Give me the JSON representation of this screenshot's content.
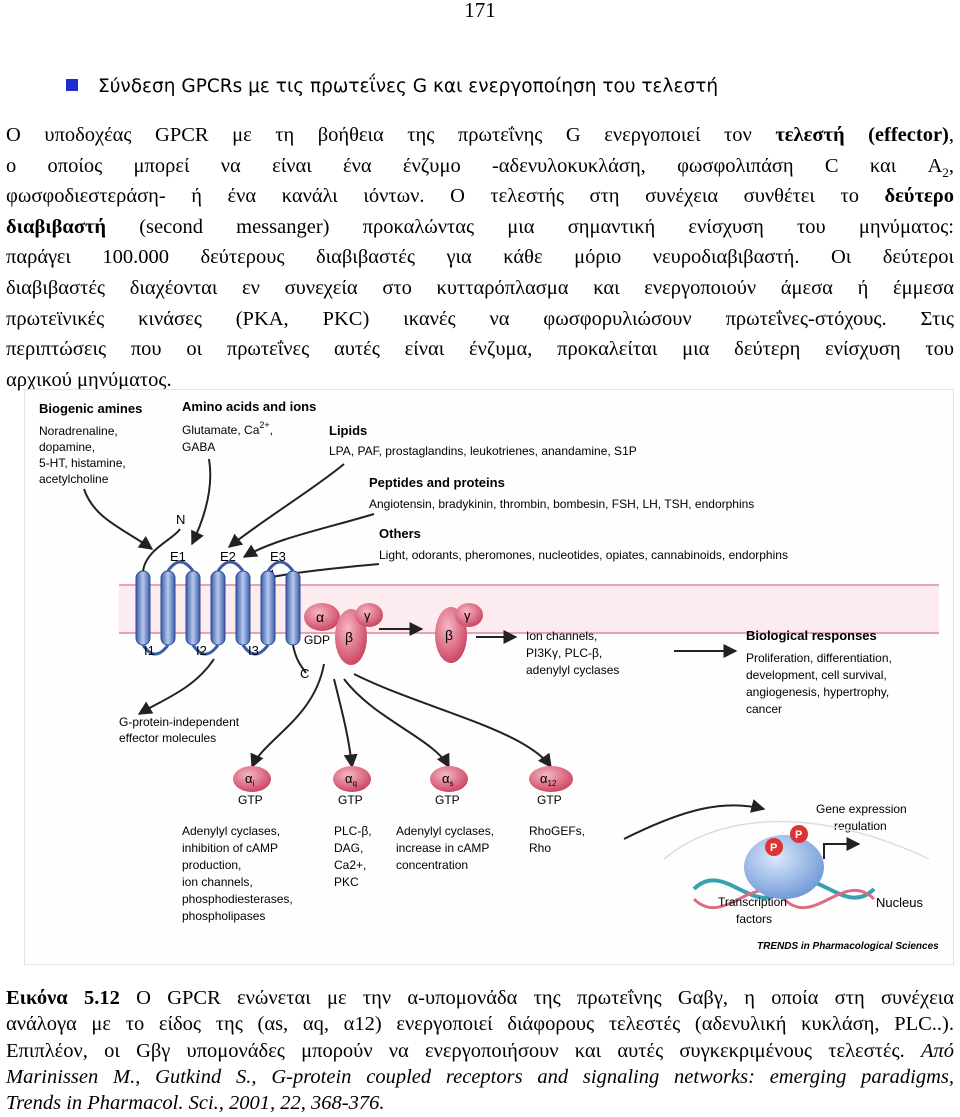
{
  "page_number": "171",
  "heading": "Σύνδεση GPCRs με τις πρωτεΐνες G και ενεργοποίηση του τελεστή",
  "body_lines": [
    [
      "Ο υποδοχέας GPCR με τη βοήθεια της πρωτεΐνης G ενεργοποιεί τον ",
      "τελεστή (effector)",
      ","
    ],
    [
      "ο οποίος μπορεί να είναι ένα ένζυμο -αδενυλοκυκλάση, φωσφολιπάση C και A",
      "2",
      ","
    ],
    [
      "φωσφοδιεστεράση- ή ένα κανάλι ιόντων. Ο τελεστής στη συνέχεια συνθέτει το ",
      "δεύτερο"
    ],
    [
      "διαβιβαστή",
      " (second messanger) προκαλώντας μια σημαντική ενίσχυση του  μηνύματος:"
    ],
    [
      "παράγει 100.000 δεύτερους διαβιβαστές για κάθε μόριο νευροδιαβιβαστή. Οι δεύτεροι"
    ],
    [
      "διαβιβαστές διαχέονται εν συνεχεία στο κυτταρόπλασμα και ενεργοποιούν άμεσα ή έμμεσα"
    ],
    [
      "πρωτεϊνικές κινάσες (PKA, PKC) ικανές να φωσφορυλιώσουν πρωτεΐνες-στόχους. Στις"
    ],
    [
      "περιπτώσεις που οι πρωτεΐνες αυτές είναι ένζυμα, προκαλείται μια δεύτερη ενίσχυση του"
    ],
    [
      "αρχικού μηνύματος."
    ]
  ],
  "figure": {
    "ligands": {
      "biogenic_title": "Biogenic amines",
      "biogenic": [
        "Noradrenaline,",
        "dopamine,",
        "5-HT, histamine,",
        "acetylcholine"
      ],
      "amino_title": "Amino acids and ions",
      "amino": [
        "Glutamate, Ca",
        "2+",
        ",",
        "GABA"
      ],
      "lipids_title": "Lipids",
      "lipids": "LPA, PAF, prostaglandins, leukotrienes, anandamine, S1P",
      "peptides_title": "Peptides and proteins",
      "peptides": "Angiotensin, bradykinin, thrombin, bombesin, FSH, LH, TSH, endorphins",
      "others_title": "Others",
      "others": "Light, odorants, pheromones, nucleotides, opiates, cannabinoids, endorphins"
    },
    "receptor": {
      "n": "N",
      "c": "C",
      "e1": "E1",
      "e2": "E2",
      "e3": "E3",
      "i1": "I1",
      "i2": "I2",
      "i3": "I3"
    },
    "gprotein": {
      "alpha": "α",
      "beta": "β",
      "gamma": "γ",
      "gdp": "GDP"
    },
    "effectors_mid": [
      "Ion channels,",
      "PI3Kγ, PLC-β,",
      "adenylyl cyclases"
    ],
    "bio_title": "Biological responses",
    "bio": [
      "Proliferation, differentiation,",
      "development, cell survival,",
      "angiogenesis, hypertrophy,",
      "cancer"
    ],
    "independent": [
      "G-protein-independent",
      "effector molecules"
    ],
    "subunits": [
      {
        "name": "α",
        "sub": "i",
        "gtp": "GTP",
        "effects": [
          "Adenylyl cyclases,",
          "inhibition of cAMP",
          "production,",
          "ion channels,",
          "phosphodiesterases,",
          "phospholipases"
        ]
      },
      {
        "name": "α",
        "sub": "q",
        "gtp": "GTP",
        "effects": [
          "PLC-β,",
          "DAG,",
          "Ca2+,",
          "PKC"
        ]
      },
      {
        "name": "α",
        "sub": "s",
        "gtp": "GTP",
        "effects": [
          "Adenylyl cyclases,",
          "increase in cAMP",
          "concentration"
        ]
      },
      {
        "name": "α",
        "sub": "12",
        "gtp": "GTP",
        "effects": [
          "RhoGEFs,",
          "Rho"
        ]
      }
    ],
    "gene_expression": [
      "Gene expression",
      "regulation"
    ],
    "transcription": [
      "Transcription",
      "factors"
    ],
    "nucleus": "Nucleus",
    "p": "P",
    "credit": "TRENDS in Pharmacological Sciences",
    "colors": {
      "receptor": "#6f8fcf",
      "subunit": "#d9536e",
      "subunit_light": "#f2a3b4",
      "frame": "#e08aa0",
      "arrow": "#222222",
      "dna": "#3aa0b0"
    }
  },
  "caption_lines": [
    [
      "Εικόνα 5.12",
      " Ο GPCR ενώνεται με την α-υπομονάδα της πρωτεΐνης Gαβγ, η οποία στη συνέχεια"
    ],
    [
      "ανάλογα με το είδος της (αs, αq, α12) ενεργοποιεί  διάφορους τελεστές (αδενυλική κυκλάση, PLC..)."
    ],
    [
      "Επιπλέον, οι Gβγ υπομονάδες μπορούν να ενεργοποιήσουν και αυτές συγκεκριμένους τελεστές. ",
      "Από"
    ],
    [
      "Marinissen M., Gutkind S., G-protein coupled receptors and signaling networks: emerging paradigms,"
    ],
    [
      "Trends in Pharmacol. Sci., 2001, 22, 368-376."
    ]
  ]
}
